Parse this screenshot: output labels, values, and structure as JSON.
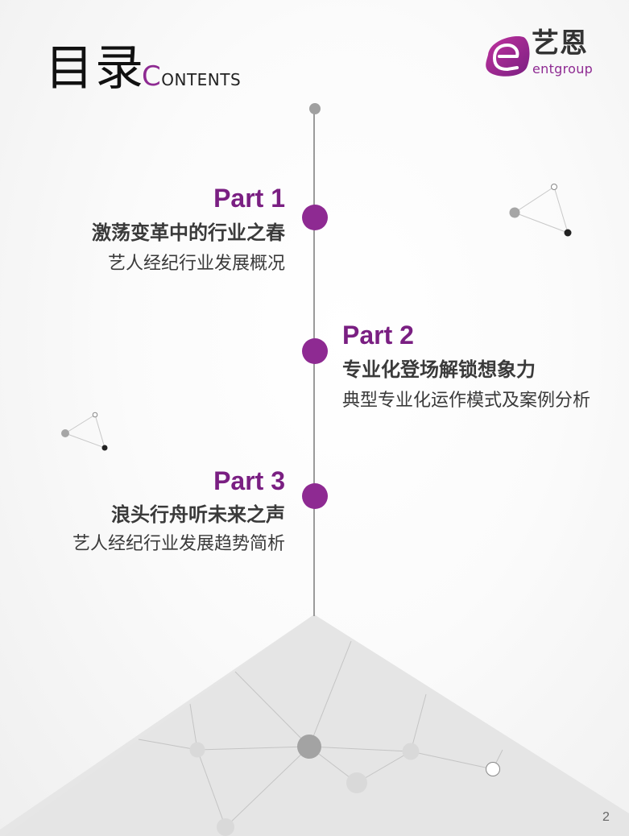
{
  "header": {
    "title_cn": "目录",
    "title_en_cap": "C",
    "title_en_rest": "ONTENTS"
  },
  "logo": {
    "name_cn": "艺恩",
    "name_en": "entgroup",
    "icon": "e-logo-icon"
  },
  "parts": [
    {
      "label": "Part 1",
      "title": "激荡变革中的行业之春",
      "subtitle": "艺人经纪行业发展概况",
      "align": "right"
    },
    {
      "label": "Part 2",
      "title": "专业化登场解锁想象力",
      "subtitle": "典型专业化运作模式及案例分析",
      "align": "left"
    },
    {
      "label": "Part 3",
      "title": "浪头行舟听未来之声",
      "subtitle": "艺人经纪行业发展趋势简析",
      "align": "right"
    }
  ],
  "colors": {
    "accent": "#8e2a92",
    "timeline": "#9a9a9a",
    "text": "#3a3a3a"
  },
  "footer": {
    "page_number": "2"
  }
}
